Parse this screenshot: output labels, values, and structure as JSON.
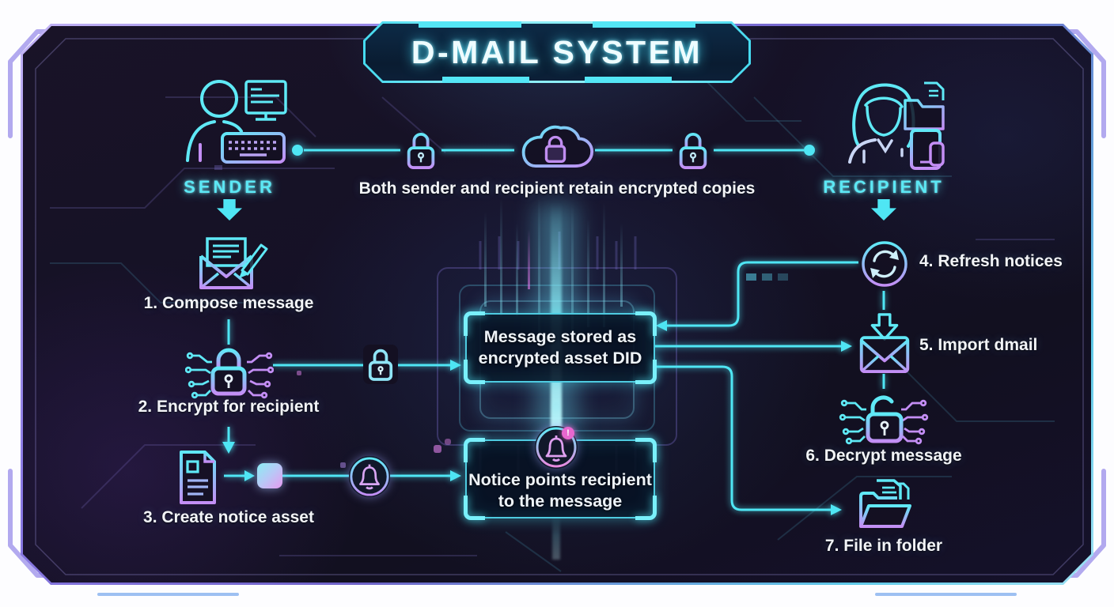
{
  "title": "D-MAIL SYSTEM",
  "top_flow": {
    "caption": "Both sender and recipient retain encrypted copies",
    "icons": [
      "padlock-icon",
      "cloud-lock-icon",
      "padlock-icon"
    ]
  },
  "sender": {
    "label": "SENDER",
    "icon": "person-at-computer-icon"
  },
  "recipient": {
    "label": "RECIPIENT",
    "icon": "person-with-tablet-and-folder-icon"
  },
  "steps": [
    {
      "label": "1. Compose message",
      "icon": "envelope-pencil-icon"
    },
    {
      "label": "2. Encrypt for recipient",
      "icon": "padlock-circuit-icon"
    },
    {
      "label": "3. Create notice asset",
      "icon": "document-icon"
    },
    {
      "label": "4. Refresh notices",
      "icon": "refresh-icon"
    },
    {
      "label": "5. Import dmail",
      "icon": "import-envelope-icon"
    },
    {
      "label": "6. Decrypt message",
      "icon": "open-padlock-circuit-icon"
    },
    {
      "label": "7. File in folder",
      "icon": "open-folder-icon"
    }
  ],
  "center_boxes": [
    {
      "text": "Message stored as\nencrypted asset DID"
    },
    {
      "text": "Notice points recipient\nto the message",
      "badge": "!",
      "icon": "notification-bell-icon"
    }
  ],
  "colors": {
    "accent_cyan": "#4fe6f4",
    "accent_purple": "#b78cf2",
    "accent_pink": "#e767cf",
    "label_cyan": "#5ce8f5",
    "text_white": "#f2f4f7",
    "panel_bg": "#151126"
  }
}
